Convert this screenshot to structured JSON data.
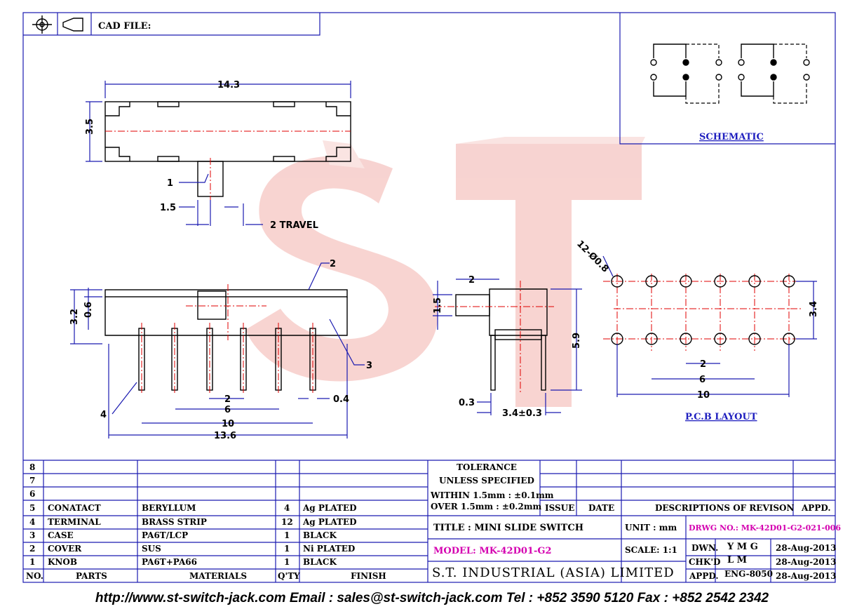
{
  "header": {
    "cad_file_label": "CAD FILE:"
  },
  "logo_text": "ST",
  "dimensions": {
    "length_top": "14.3",
    "height_top": "3.5",
    "knob_width": "1.5",
    "travel": "2 TRAVEL",
    "height_front": "3.2",
    "cover_thick": "0.6",
    "pin_pitch": "2",
    "pin_span_6": "6",
    "pin_span_10": "10",
    "overall_136": "13.6",
    "pin_width": "0.4",
    "side_knob": "2",
    "side_15": "1.5",
    "side_height": "5.9",
    "side_03": "0.3",
    "side_34": "3.4±0.3",
    "pcb_holes": "12-Ø0.8",
    "pcb_height": "3.4",
    "pcb_2": "2",
    "pcb_6": "6",
    "pcb_10": "10"
  },
  "callouts": [
    "1",
    "2",
    "3",
    "4"
  ],
  "labels": {
    "schematic": "SCHEMATIC",
    "pcb_layout": "P.C.B LAYOUT"
  },
  "bom": {
    "rows": [
      {
        "no": "8",
        "part": "",
        "material": "",
        "qty": "",
        "finish": ""
      },
      {
        "no": "7",
        "part": "",
        "material": "",
        "qty": "",
        "finish": ""
      },
      {
        "no": "6",
        "part": "",
        "material": "",
        "qty": "",
        "finish": ""
      },
      {
        "no": "5",
        "part": "CONATACT",
        "material": "BERYLLUM",
        "qty": "4",
        "finish": "Ag PLATED"
      },
      {
        "no": "4",
        "part": "TERMINAL",
        "material": "BRASS STRIP",
        "qty": "12",
        "finish": "Ag PLATED"
      },
      {
        "no": "3",
        "part": "CASE",
        "material": "PA6T/LCP",
        "qty": "1",
        "finish": "BLACK"
      },
      {
        "no": "2",
        "part": "COVER",
        "material": "SUS",
        "qty": "1",
        "finish": "Ni PLATED"
      },
      {
        "no": "1",
        "part": "KNOB",
        "material": "PA6T+PA66",
        "qty": "1",
        "finish": "BLACK"
      }
    ],
    "headers": {
      "no": "NO.",
      "part": "PARTS",
      "material": "MATERIALS",
      "qty": "Q'TY",
      "finish": "FINISH"
    }
  },
  "tolerance": {
    "title1": "TOLERANCE",
    "title2": "UNLESS   SPECIFIED",
    "within": "WITHIN  1.5mm : ±0.1mm",
    "over": "OVER    1.5mm : ±0.2mm"
  },
  "revision": {
    "issue": "ISSUE",
    "date": "DATE",
    "desc": "DESCRIPTIONS  OF  REVISON",
    "appd": "APPD."
  },
  "titleblock": {
    "title": "TITLE : MINI SLIDE SWITCH",
    "unit": "UNIT :   mm",
    "drwg": "DRWG NO.: MK-42D01-G2-021-006",
    "model": "MODEL: MK-42D01-G2",
    "scale": "SCALE:  1:1",
    "dwn_label": "DWN.",
    "dwn_name": "Y M G",
    "dwn_date": "28-Aug-2013",
    "chk_label": "CHK'D",
    "chk_name": "L M",
    "chk_date": "28-Aug-2013",
    "appd_label": "APPD.",
    "appd_name": "ENG-8050",
    "appd_date": "28-Aug-2013",
    "company": "S.T.  INDUSTRIAL  (ASIA)  LIMITED"
  },
  "footer": "http://www.st-switch-jack.com  Email : sales@st-switch-jack.com  Tel : +852 3590 5120  Fax : +852 2542 2342",
  "colors": {
    "frame": "#1a1ab0",
    "centerline": "#e00000",
    "accent": "#d400b0",
    "logo": "#f2b0ac"
  }
}
